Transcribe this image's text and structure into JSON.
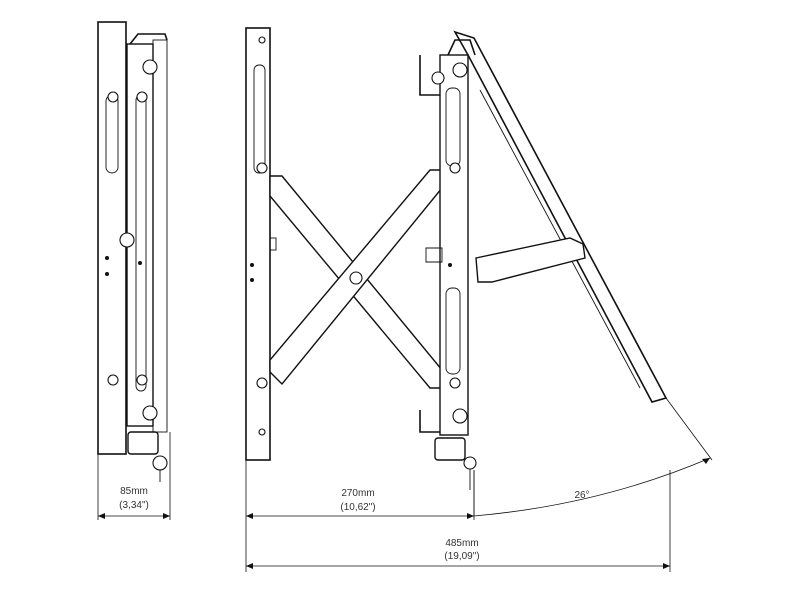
{
  "dimensions": {
    "side_width": {
      "value": "85mm",
      "imperial": "(3,34\")"
    },
    "projection": {
      "value": "270mm",
      "imperial": "(10,62\")"
    },
    "total": {
      "value": "485mm",
      "imperial": "(19,09\")"
    },
    "tilt_angle": "26°"
  }
}
